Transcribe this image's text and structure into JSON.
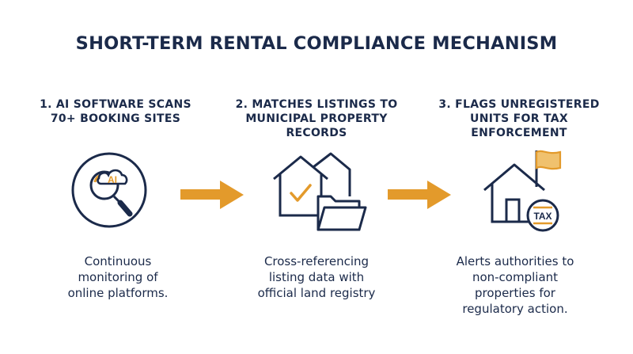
{
  "title": "SHORT-TERM RENTAL COMPLIANCE MECHANISM",
  "colors": {
    "navy": "#1b2a4a",
    "accent": "#e39a2b"
  },
  "steps": [
    {
      "title": "1. AI SOFTWARE SCANS\n70+ BOOKING SITES",
      "icon": "ai-cloud-magnifier-icon",
      "icon_text": "AI",
      "description": "Continuous\nmonitoring of\nonline platforms."
    },
    {
      "title": "2. MATCHES LISTINGS TO\nMUNICIPAL PROPERTY\nRECORDS",
      "icon": "houses-checkmark-folder-icon",
      "description": "Cross-referencing\nlisting data with\nofficial land registry"
    },
    {
      "title": "3. FLAGS UNREGISTERED\nUNITS FOR TAX\nENFORCEMENT",
      "icon": "house-flag-tax-icon",
      "icon_text": "TAX",
      "description": "Alerts authorities to\nnon-compliant\nproperties for\nregulatory action."
    }
  ]
}
